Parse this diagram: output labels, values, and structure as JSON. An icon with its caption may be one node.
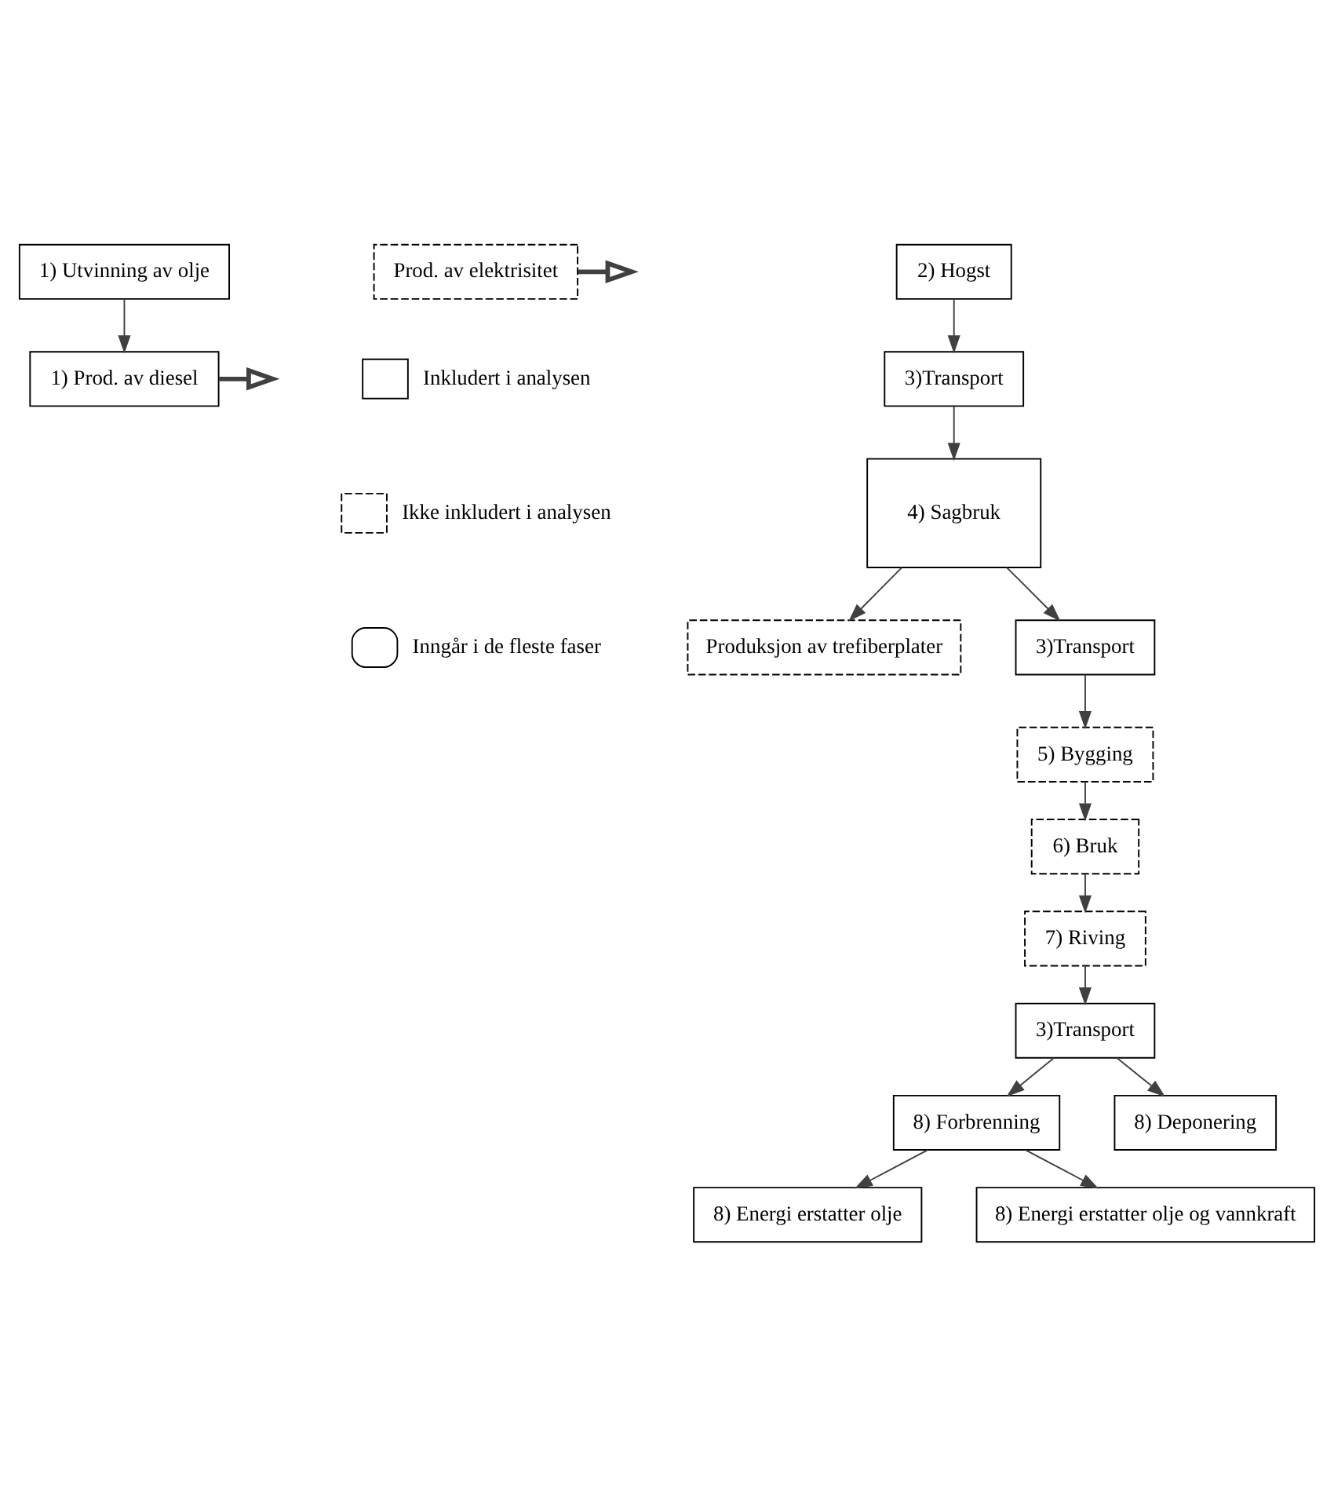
{
  "diagram": {
    "nodes": [
      {
        "text": [
          "1) Utvinning av olje"
        ]
      },
      {
        "text": [
          "1) Prod. av diesel"
        ]
      },
      {
        "text": [
          "Prod. av elektrisitet"
        ]
      },
      {
        "text": [
          "2) Hogst"
        ]
      },
      {
        "text": [
          "3)Transport"
        ]
      },
      {
        "text": [
          "4) Sagbruk"
        ]
      },
      {
        "text": [
          "Produksjon av trefiberplater"
        ]
      },
      {
        "text": [
          "3)Transport"
        ]
      },
      {
        "text": [
          "5) Bygging"
        ]
      },
      {
        "text": [
          "6) Bruk"
        ]
      },
      {
        "text": [
          "7) Riving"
        ]
      },
      {
        "text": [
          "3)Transport"
        ]
      },
      {
        "text": [
          "8) Forbrenning"
        ]
      },
      {
        "text": [
          "8) Deponering"
        ]
      },
      {
        "text": [
          "8) Energi erstatter olje"
        ]
      },
      {
        "text": [
          "8) Energi erstatter olje og vannkraft"
        ]
      }
    ],
    "edges": [
      {
        "from": 0,
        "to": 1,
        "arrow": "to"
      },
      {
        "from": 1,
        "to": null,
        "arrow": "to",
        "style": "thick"
      },
      {
        "from": 2,
        "to": null,
        "arrow": "to",
        "style": "thick"
      },
      {
        "from": 3,
        "to": 4,
        "arrow": "to"
      },
      {
        "from": 4,
        "to": 5,
        "arrow": "to"
      },
      {
        "from": 5,
        "to": 6,
        "arrow": "to"
      },
      {
        "from": 5,
        "to": 7,
        "arrow": "to"
      },
      {
        "from": 7,
        "to": 8,
        "arrow": "to"
      },
      {
        "from": 8,
        "to": 9,
        "arrow": "to"
      },
      {
        "from": 9,
        "to": 10,
        "arrow": "to"
      },
      {
        "from": 10,
        "to": 11,
        "arrow": "to"
      },
      {
        "from": 11,
        "to": 12,
        "arrow": "to"
      },
      {
        "from": 11,
        "to": 13,
        "arrow": "to"
      },
      {
        "from": 12,
        "to": 14,
        "arrow": "to"
      },
      {
        "from": 12,
        "to": 15,
        "arrow": "to"
      }
    ],
    "legend": [
      {
        "text": "Inkludert i analysen"
      },
      {
        "text": "Ikke inkludert i analysen"
      },
      {
        "text": "Inngår i de fleste faser"
      }
    ]
  }
}
